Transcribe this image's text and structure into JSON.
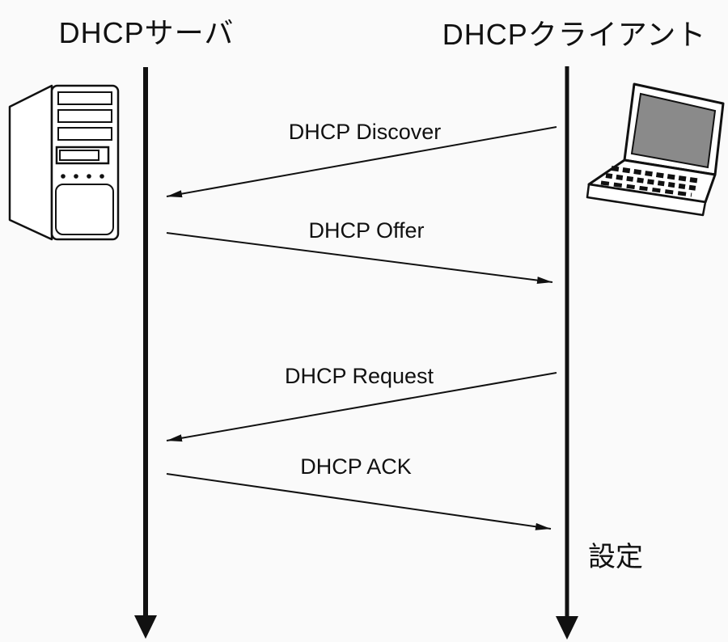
{
  "diagram": {
    "title_left": "DHCPサーバ",
    "title_right": "DHCPクライアント",
    "messages": [
      {
        "label": "DHCP Discover",
        "from": "client",
        "to": "server"
      },
      {
        "label": "DHCP Offer",
        "from": "server",
        "to": "client"
      },
      {
        "label": "DHCP Request",
        "from": "client",
        "to": "server"
      },
      {
        "label": "DHCP ACK",
        "from": "server",
        "to": "client"
      }
    ],
    "note": "設定",
    "icons": {
      "left": "server-tower-icon",
      "right": "laptop-icon"
    },
    "colors": {
      "line_color": "#111111",
      "bg_color": "#fafafa",
      "screen_gray": "#8a8a8a"
    }
  }
}
